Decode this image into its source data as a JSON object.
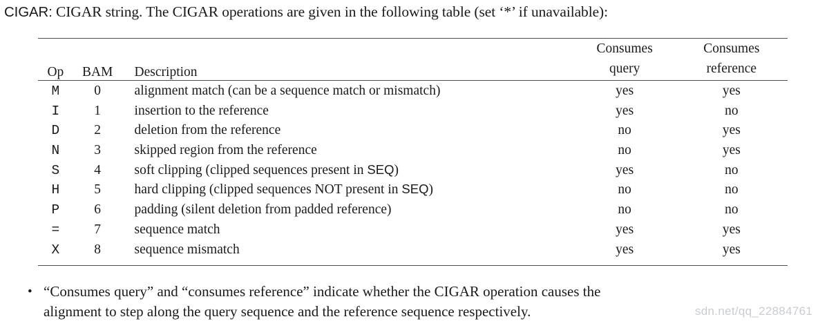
{
  "intro": {
    "field_name": "CIGAR:",
    "text_before_asterisk": " CIGAR string. The CIGAR operations are given in the following table (set ",
    "asterisk_quoted": "‘*’",
    "text_after_asterisk": " if unavailable):"
  },
  "table": {
    "headers": {
      "op": "Op",
      "bam": "BAM",
      "description": "Description",
      "consumes_query_line1": "Consumes",
      "consumes_query_line2": "query",
      "consumes_reference_line1": "Consumes",
      "consumes_reference_line2": "reference"
    },
    "rows": [
      {
        "op": "M",
        "bam": "0",
        "desc_pre": "alignment match (can be a sequence match or mismatch)",
        "desc_sf": "",
        "desc_post": "",
        "consumes_query": "yes",
        "consumes_reference": "yes"
      },
      {
        "op": "I",
        "bam": "1",
        "desc_pre": "insertion to the reference",
        "desc_sf": "",
        "desc_post": "",
        "consumes_query": "yes",
        "consumes_reference": "no"
      },
      {
        "op": "D",
        "bam": "2",
        "desc_pre": "deletion from the reference",
        "desc_sf": "",
        "desc_post": "",
        "consumes_query": "no",
        "consumes_reference": "yes"
      },
      {
        "op": "N",
        "bam": "3",
        "desc_pre": "skipped region from the reference",
        "desc_sf": "",
        "desc_post": "",
        "consumes_query": "no",
        "consumes_reference": "yes"
      },
      {
        "op": "S",
        "bam": "4",
        "desc_pre": "soft clipping (clipped sequences present in ",
        "desc_sf": "SEQ",
        "desc_post": ")",
        "consumes_query": "yes",
        "consumes_reference": "no"
      },
      {
        "op": "H",
        "bam": "5",
        "desc_pre": "hard clipping (clipped sequences NOT present in ",
        "desc_sf": "SEQ",
        "desc_post": ")",
        "consumes_query": "no",
        "consumes_reference": "no"
      },
      {
        "op": "P",
        "bam": "6",
        "desc_pre": "padding (silent deletion from padded reference)",
        "desc_sf": "",
        "desc_post": "",
        "consumes_query": "no",
        "consumes_reference": "no"
      },
      {
        "op": "=",
        "bam": "7",
        "desc_pre": "sequence match",
        "desc_sf": "",
        "desc_post": "",
        "consumes_query": "yes",
        "consumes_reference": "yes"
      },
      {
        "op": "X",
        "bam": "8",
        "desc_pre": "sequence mismatch",
        "desc_sf": "",
        "desc_post": "",
        "consumes_query": "yes",
        "consumes_reference": "yes"
      }
    ]
  },
  "bullet": {
    "marker": "•",
    "line1": "“Consumes query” and “consumes reference” indicate whether the CIGAR operation causes the",
    "line2": "alignment to step along the query sequence and the reference sequence respectively."
  },
  "watermark": {
    "text": "sdn.net/qq_22884761"
  }
}
